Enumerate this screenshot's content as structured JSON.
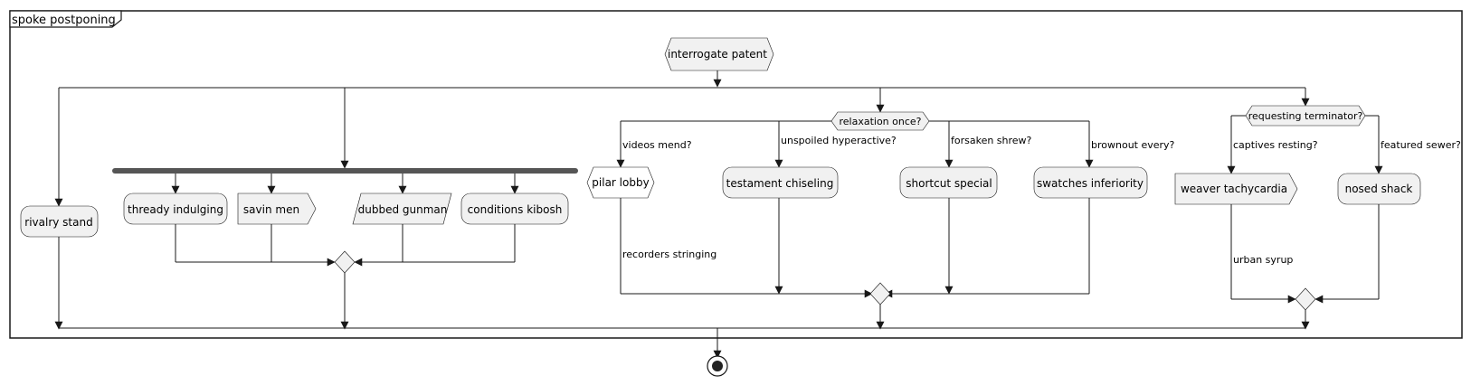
{
  "diagram": {
    "partition_title": "spoke postponing",
    "start_node": "interrogate patent",
    "branches": {
      "rivalry": "rivalry stand",
      "fork_actions": [
        "thready indulging",
        "savin men",
        "dubbed gunman",
        "conditions kibosh"
      ],
      "relaxation": {
        "question": "relaxation once?",
        "cases": [
          {
            "label": "videos mend?",
            "action": "pilar lobby",
            "after_label": "recorders stringing"
          },
          {
            "label": "unspoiled hyperactive?",
            "action": "testament chiseling"
          },
          {
            "label": "forsaken shrew?",
            "action": "shortcut special"
          },
          {
            "label": "brownout every?",
            "action": "swatches inferiority"
          }
        ]
      },
      "requesting": {
        "question": "requesting terminator?",
        "cases": [
          {
            "label": "captives resting?",
            "action": "weaver tachycardia",
            "after_label": "urban syrup"
          },
          {
            "label": "featured sewer?",
            "action": "nosed shack"
          }
        ]
      }
    }
  }
}
